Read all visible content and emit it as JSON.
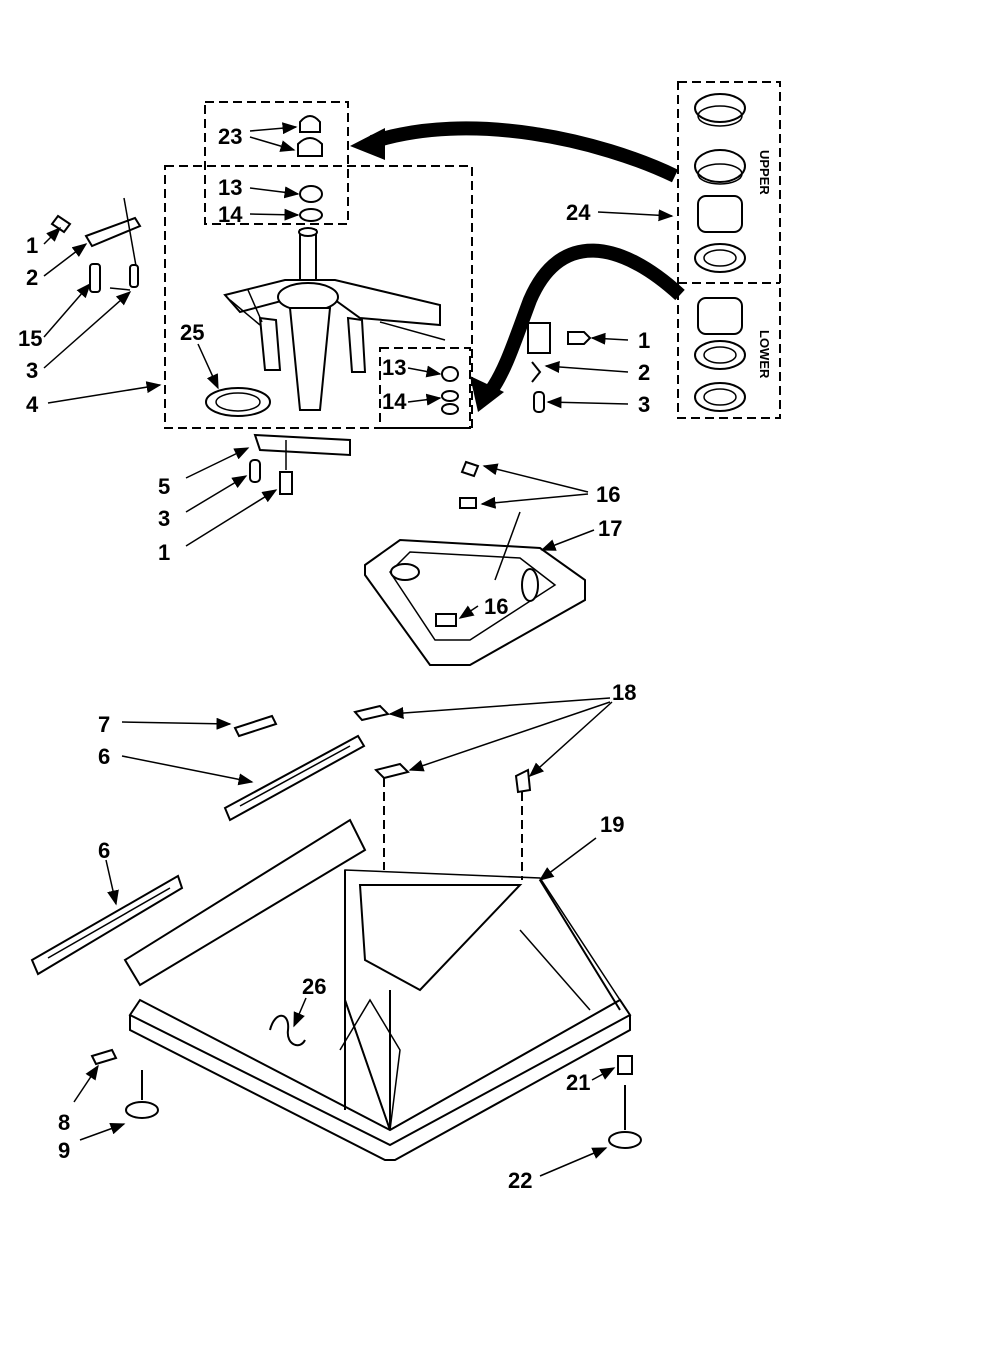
{
  "callouts": {
    "n1a": "1",
    "n2a": "2",
    "n15": "15",
    "n3a": "3",
    "n4": "4",
    "n23": "23",
    "n13a": "13",
    "n14a": "14",
    "n25": "25",
    "n13b": "13",
    "n14b": "14",
    "n1b": "1",
    "n2b": "2",
    "n3b": "3",
    "n24": "24",
    "n5": "5",
    "n3c": "3",
    "n1c": "1",
    "n16a": "16",
    "n17": "17",
    "n16b": "16",
    "n7": "7",
    "n6a": "6",
    "n18": "18",
    "n6b": "6",
    "n19": "19",
    "n26": "26",
    "n8": "8",
    "n9": "9",
    "n21": "21",
    "n22": "22"
  },
  "kit_labels": {
    "upper": "UPPER",
    "lower": "LOWER"
  }
}
